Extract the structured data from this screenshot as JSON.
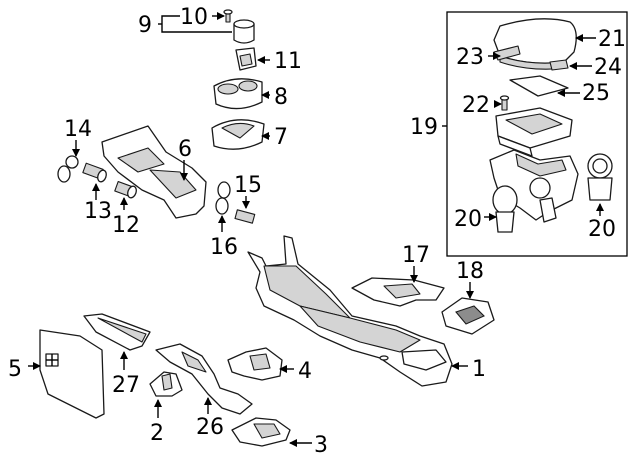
{
  "diagram": {
    "callouts": {
      "c1": "1",
      "c2": "2",
      "c3": "3",
      "c4": "4",
      "c5": "5",
      "c6": "6",
      "c7": "7",
      "c8": "8",
      "c9": "9",
      "c10": "10",
      "c11": "11",
      "c12": "12",
      "c13": "13",
      "c14": "14",
      "c15": "15",
      "c16": "16",
      "c17": "17",
      "c18": "18",
      "c19": "19",
      "c20a": "20",
      "c20b": "20",
      "c21": "21",
      "c22": "22",
      "c23": "23",
      "c24": "24",
      "c25": "25",
      "c26": "26",
      "c27": "27"
    },
    "parts": [
      "console",
      "bracket-2",
      "bracket-3",
      "bracket-4",
      "side-panel-5",
      "console-trim-6",
      "cup-holder-7",
      "cup-holder-8",
      "ashtray-9",
      "screw-10",
      "clip-11",
      "plug-12",
      "plug-13",
      "retainer-14",
      "retainer-15",
      "clip-16",
      "shift-boot-17",
      "shift-trim-18",
      "armrest-assembly-19",
      "hinge-20",
      "lid-21",
      "bolt-22",
      "bracket-23",
      "clip-24",
      "liner-25",
      "bracket-26",
      "trim-27"
    ]
  }
}
